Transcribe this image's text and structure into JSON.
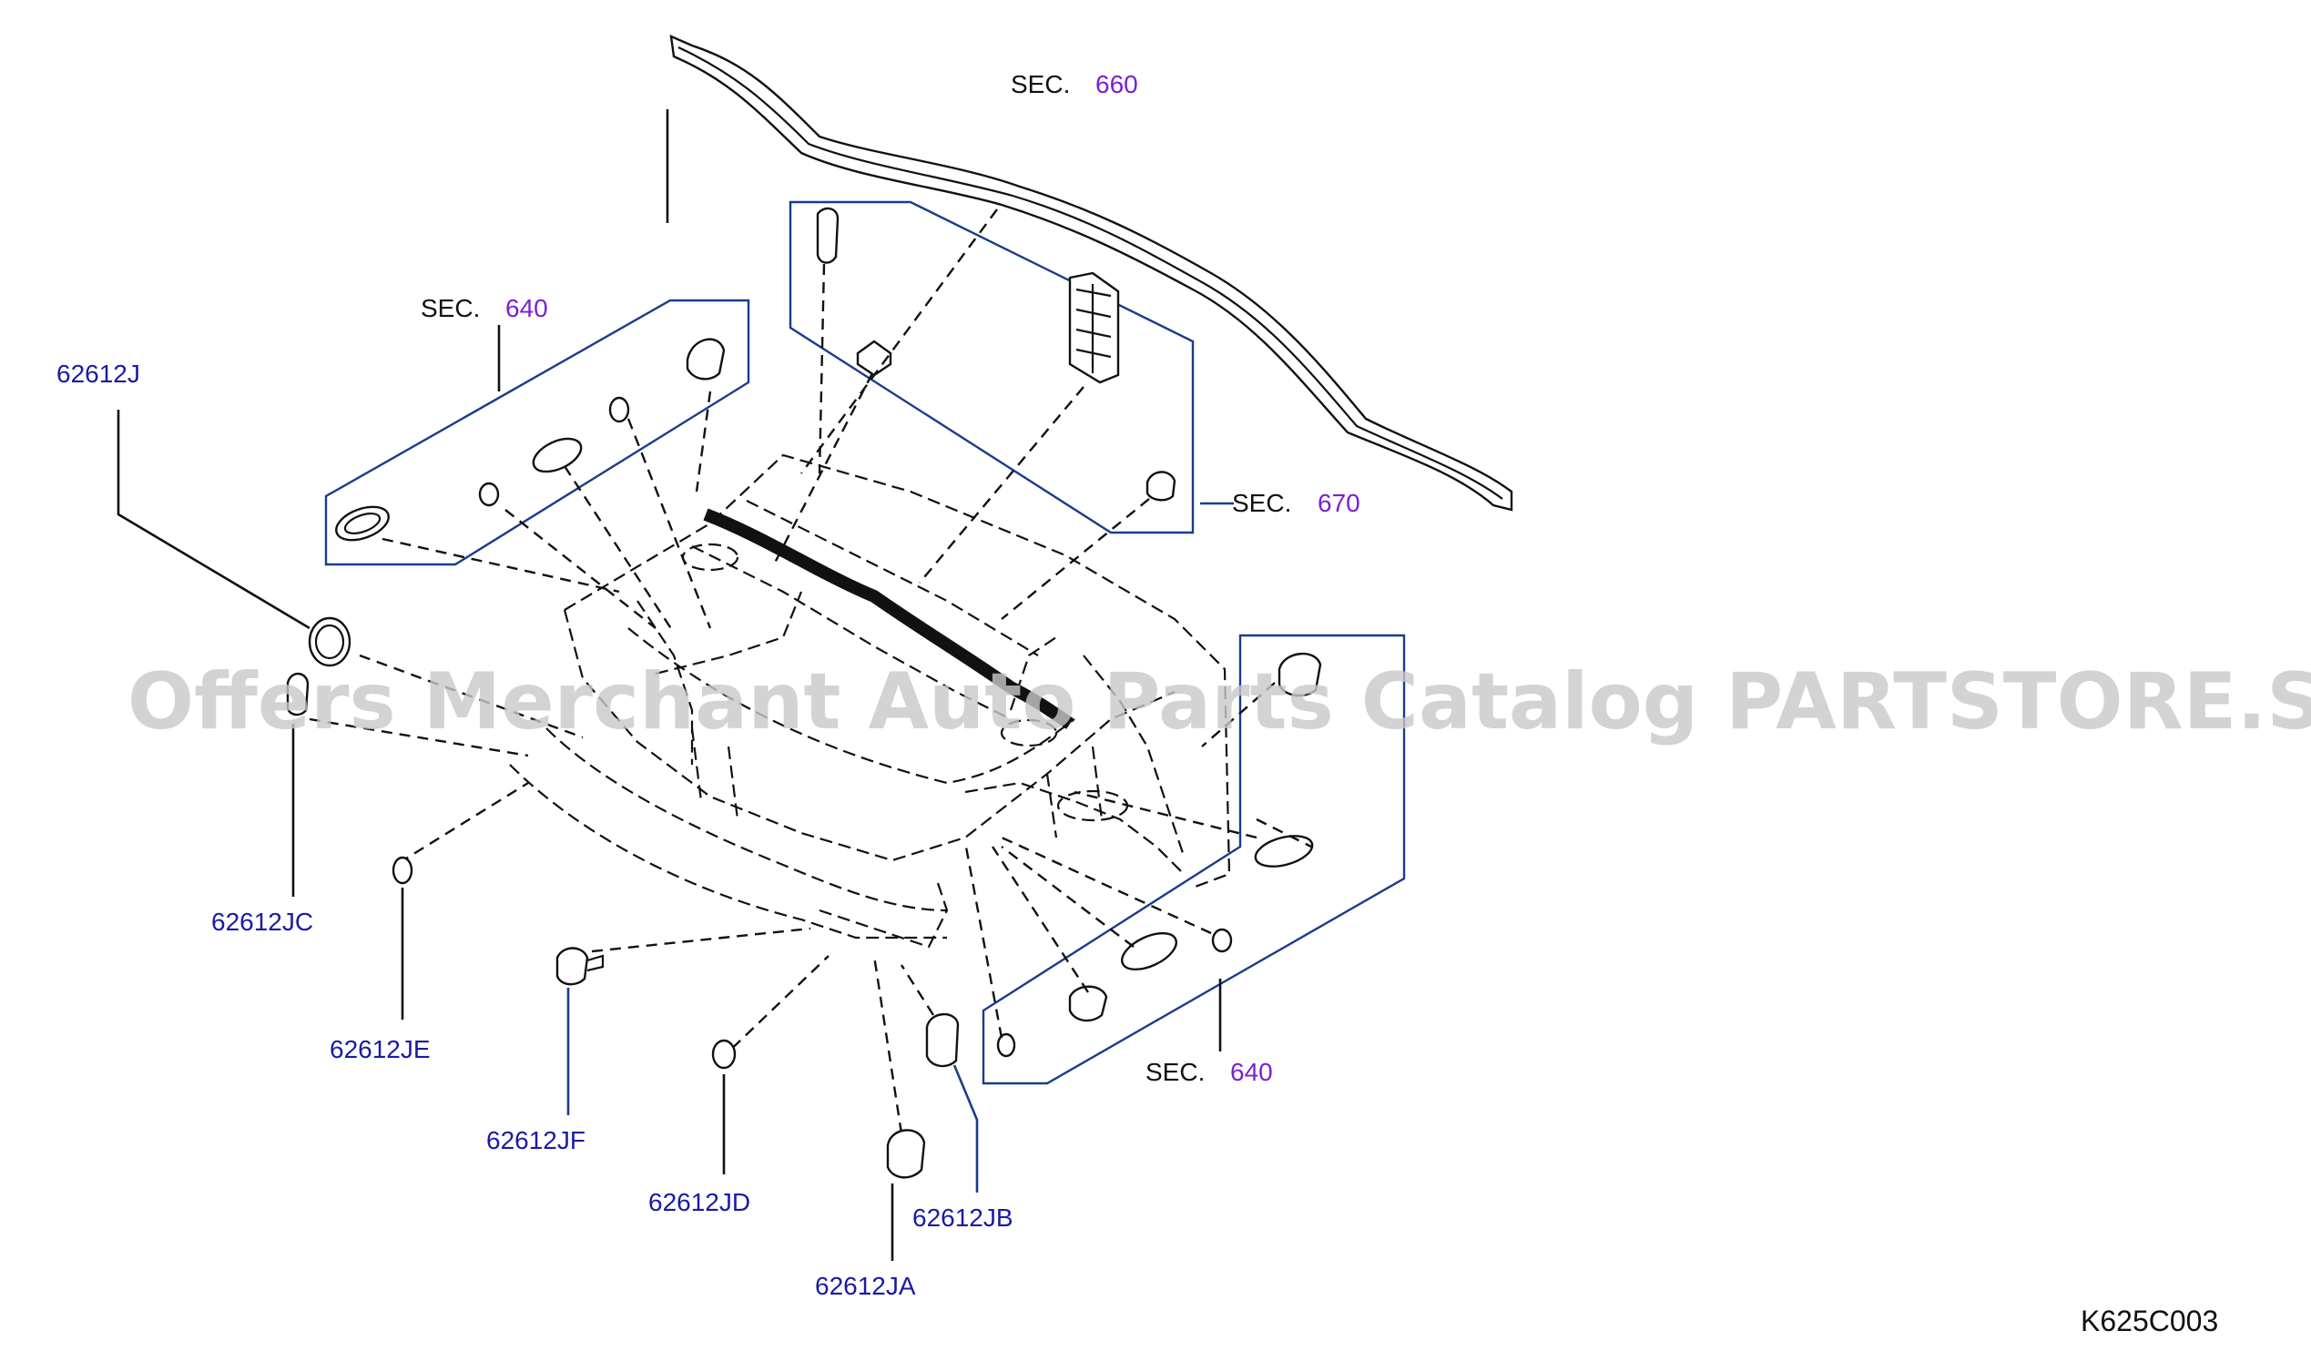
{
  "watermark": "Offers Merchant Auto Parts Catalog PARTSTORE.SA",
  "drawing_code": "K625C003",
  "sections": [
    {
      "id": "sec-660",
      "prefix": "SEC.",
      "number": "660"
    },
    {
      "id": "sec-640-top",
      "prefix": "SEC.",
      "number": "640"
    },
    {
      "id": "sec-670",
      "prefix": "SEC.",
      "number": "670"
    },
    {
      "id": "sec-640-bottom",
      "prefix": "SEC.",
      "number": "640"
    }
  ],
  "parts": [
    {
      "id": "62612J",
      "label": "62612J"
    },
    {
      "id": "62612JC",
      "label": "62612JC"
    },
    {
      "id": "62612JE",
      "label": "62612JE"
    },
    {
      "id": "62612JF",
      "label": "62612JF"
    },
    {
      "id": "62612JD",
      "label": "62612JD"
    },
    {
      "id": "62612JA",
      "label": "62612JA"
    },
    {
      "id": "62612JB",
      "label": "62612JB"
    }
  ],
  "colors": {
    "part_label": "#1a1aa6",
    "section_number": "#7b1fd1",
    "outline": "#1a3c8a",
    "watermark": "#c9c9c9"
  }
}
